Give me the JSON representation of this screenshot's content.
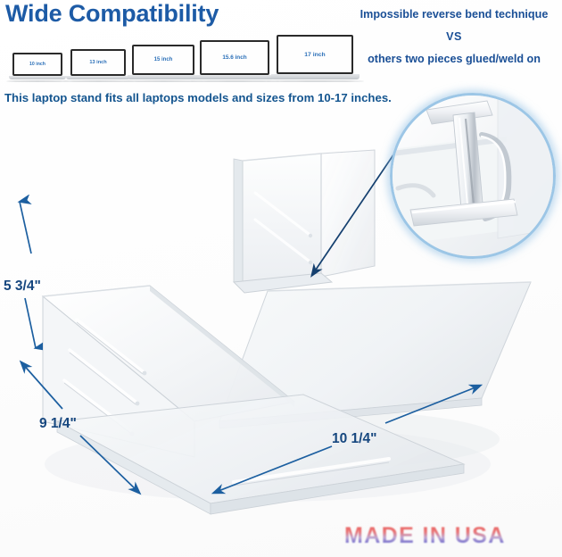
{
  "header": {
    "title": "Wide Compatibility",
    "subtitle": "This laptop stand fits all laptops models and sizes from 10-17 inches."
  },
  "laptops": [
    {
      "label": "10 inch"
    },
    {
      "label": "13 inch"
    },
    {
      "label": "15 inch"
    },
    {
      "label": "15.6 inch"
    },
    {
      "label": "17 inch"
    }
  ],
  "comparison": {
    "line1": "Impossible reverse bend technique",
    "line2": "VS",
    "line3": "others two pieces glued/weld on"
  },
  "dimensions": {
    "height": "5 3/4\"",
    "depth": "9 1/4\"",
    "width": "10 1/4\""
  },
  "footer": {
    "made_in": "MADE IN USA"
  },
  "colors": {
    "title_blue": "#1d5ba6",
    "text_blue": "#14558f",
    "label_blue": "#2a6fb8",
    "dim_blue": "#16477f",
    "magnifier_ring": "#9cc6e6",
    "usa_red": "#e8524f",
    "usa_blue": "#5a52bd"
  }
}
